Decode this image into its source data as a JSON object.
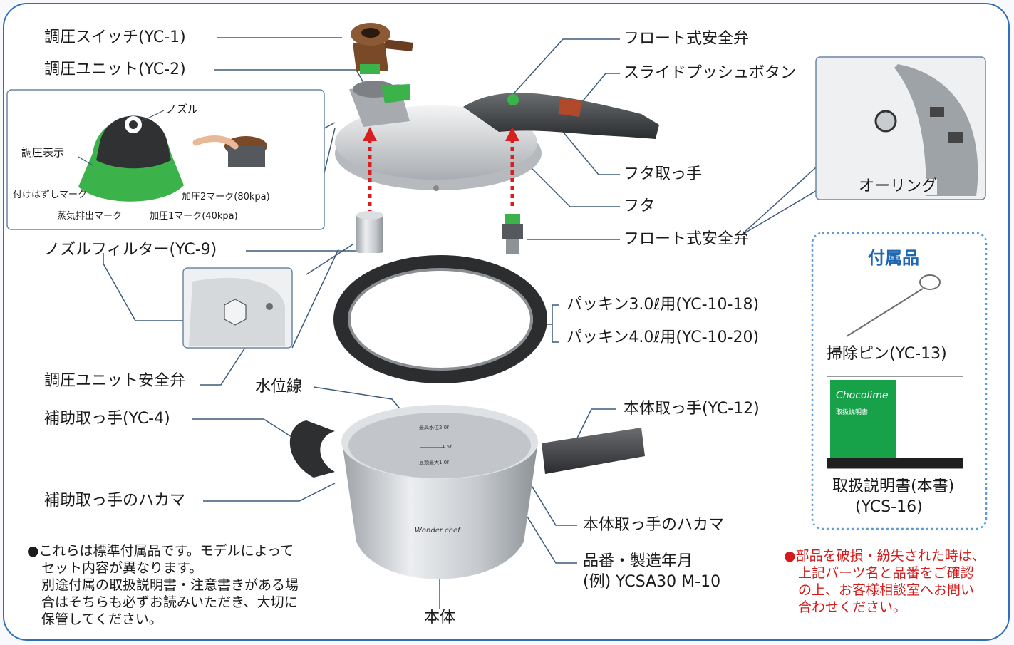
{
  "colors": {
    "border": "#2f6fb8",
    "accent_green": "#3bb34a",
    "accent_blue": "#1f67b1",
    "warning_red": "#d41a1a",
    "arrow_red": "#d81f1f"
  },
  "labels": {
    "yc1": "調圧スイッチ(YC-1)",
    "yc2": "調圧ユニット(YC-2)",
    "float_valve_top": "フロート式安全弁",
    "slide_push": "スライドプッシュボタン",
    "lid_handle": "フタ取っ手",
    "lid": "フタ",
    "float_valve_mid": "フロート式安全弁",
    "oring": "オーリング",
    "nozzle_filter": "ノズルフィルター(YC-9)",
    "packing_30": "パッキン3.0ℓ用(YC-10-18)",
    "packing_40": "パッキン4.0ℓ用(YC-10-20)",
    "unit_safety_valve": "調圧ユニット安全弁",
    "water_line": "水位線",
    "body_handle": "本体取っ手(YC-12)",
    "aux_handle": "補助取っ手(YC-4)",
    "aux_hakama": "補助取っ手のハカマ",
    "body_hakama": "本体取っ手のハカマ",
    "model_label": "品番・製造年月",
    "model_example": "(例) YCSA30  M-10",
    "body": "本体"
  },
  "detail": {
    "nozzle": "ノズル",
    "pressure_display": "調圧表示",
    "attach_mark": "付けはずしマーク",
    "steam_mark": "蒸気排出マーク",
    "p1_mark": "加圧1マーク(40kpa)",
    "p2_mark": "加圧2マーク(80kpa)"
  },
  "pot_marks": {
    "max": "最高水位2.0ℓ",
    "mid": "1.5ℓ",
    "min": "豆類最大1.0ℓ",
    "logo": "Wonder chef"
  },
  "accessories": {
    "title": "付属品",
    "pin": "掃除ピン(YC-13)",
    "manual_line1": "取扱説明書(本書)",
    "manual_line2": "(YCS-16)",
    "manual_brand": "Chocolime",
    "manual_title": "取扱説明書"
  },
  "note": [
    "●これらは標準付属品です。モデルによって",
    "セット内容が異なります。",
    "別途付属の取扱説明書・注意書きがある場",
    "合はそちらも必ずお読みいただき、大切に",
    "保管してください。"
  ],
  "warning": [
    "●部品を破損・紛失された時は、",
    "上記パーツ名と品番をご確認",
    "の上、お客様相談室へお問い",
    "合わせください。"
  ]
}
